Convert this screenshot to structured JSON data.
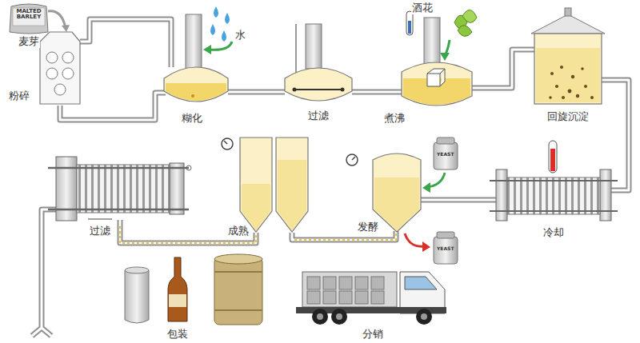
{
  "diagram": {
    "labels": [
      "MALTED BARLEY",
      "麦芽",
      "粉碎",
      "水",
      "糊化",
      "过滤",
      "酒花",
      "煮沸",
      "回旋沉淀",
      "YEAST",
      "冷却",
      "发酵",
      "YEAST",
      "成熟",
      "过滤",
      "包装",
      "分销"
    ]
  }
}
